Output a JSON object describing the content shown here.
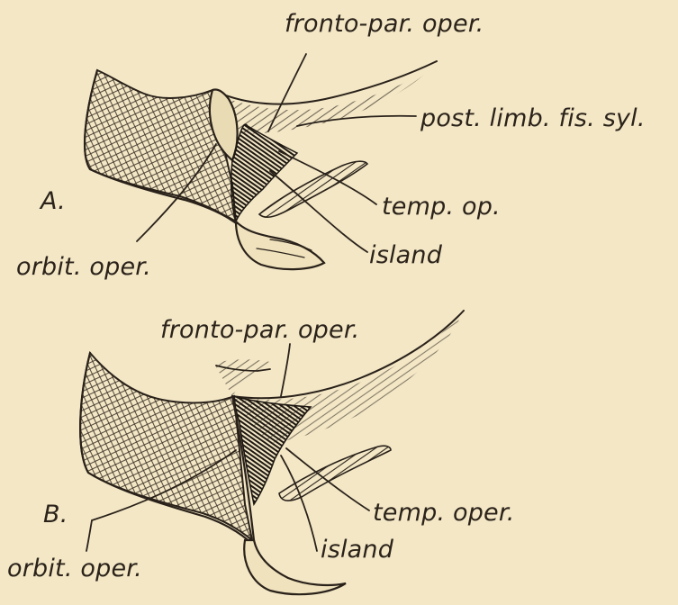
{
  "figure_a": {
    "panel_label": "A.",
    "labels": {
      "fronto_par_oper": "fronto-par. oper.",
      "post_limb_fis_syl": "post. limb. fis. syl.",
      "temp_op": "temp. op.",
      "island": "island",
      "orbit_oper": "orbit. oper."
    }
  },
  "figure_b": {
    "panel_label": "B.",
    "labels": {
      "fronto_par_oper": "fronto-par. oper.",
      "temp_oper": "temp. oper.",
      "island": "island",
      "orbit_oper": "orbit. oper."
    }
  },
  "colors": {
    "paper": "#f3e7c6",
    "ink": "#2a221a"
  }
}
